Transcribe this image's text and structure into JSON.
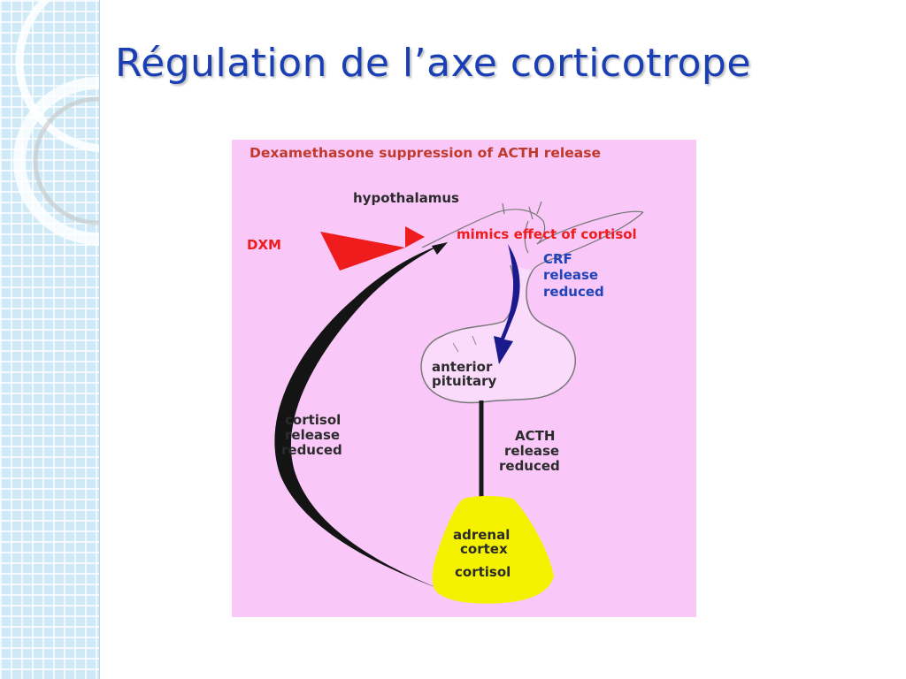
{
  "slide": {
    "title": "Régulation de l’axe corticotrope"
  },
  "diagram": {
    "heading": "Dexamethasone suppression of ACTH release",
    "hypothalamus": "hypothalamus",
    "dxm": "DXM",
    "mimics": "mimics effect of cortisol",
    "crf": [
      "CRF",
      "release",
      "reduced"
    ],
    "pituitary": [
      "anterior",
      "pituitary"
    ],
    "acth": [
      "ACTH",
      "release",
      "reduced"
    ],
    "cortisol_loop": [
      "cortisol",
      "release",
      "reduced"
    ],
    "adrenal": [
      "adrenal",
      "cortex",
      "cortisol"
    ],
    "colors": {
      "background": "#f9c8f9",
      "dxm_arrow": "#ee1c1c",
      "crf_arrow": "#1a1a8c",
      "adrenal": "#f5f200",
      "title": "#1a3fb5"
    }
  }
}
